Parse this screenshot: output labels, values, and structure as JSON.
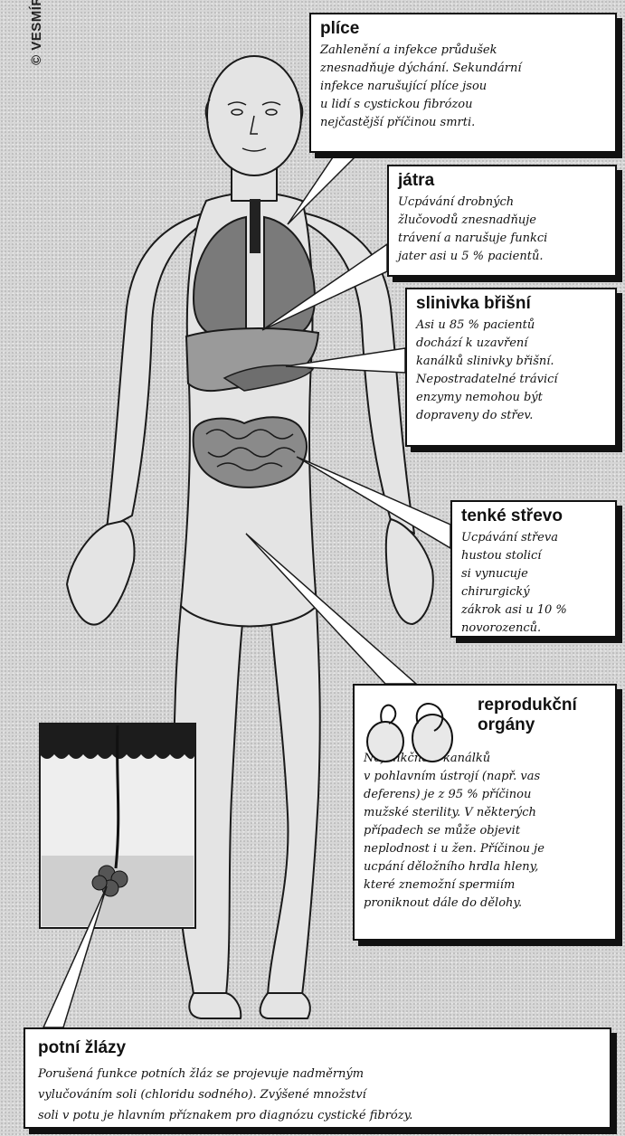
{
  "credit": "© VESMÍR",
  "callouts": {
    "plice": {
      "title": "plíce",
      "text": "Zahlenění a infekce průdušek\nznesnadňuje dýchání. Sekundární\ninfekce narušující plíce jsou\nu lidí s cystickou fibrózou\nnejčastější příčinou smrti."
    },
    "jatra": {
      "title": "játra",
      "text": "Ucpávání drobných\nžlučovodů znesnadňuje\ntrávení a narušuje funkci\njater asi u 5 % pacientů."
    },
    "slinivka": {
      "title": "slinivka břišní",
      "text": "Asi u 85 % pacientů\ndochází k uzavření\nkanálků slinivky břišní.\nNepostradatelné trávicí\nenzymy nemohou být\ndopraveny do střev."
    },
    "strevo": {
      "title": "tenké střevo",
      "text": "Ucpávání střeva\nhustou stolicí\nsi vynucuje\nchirurgický\nzákrok asi u 10 %\nnovorozenců."
    },
    "repro": {
      "title": "reprodukční\norgány",
      "text": "Nefunkčnost kanálků\nv pohlavním ústrojí (např. vas\ndeferens) je z 95 % příčinou\nmužské sterility. V některých\npřípadech se může objevit\nneplodnost i u žen. Příčinou je\nucpání děložního hrdla hleny,\nkteré znemožní spermiím\nproniknout dále do dělohy."
    },
    "potni": {
      "title": "potní žlázy",
      "text": "Porušená funkce potních žláz se projevuje nadměrným\nvylučováním soli (chloridu sodného). Zvýšené množství\nsoli v potu je hlavním příznakem pro diagnózu cystické fibrózy."
    }
  }
}
